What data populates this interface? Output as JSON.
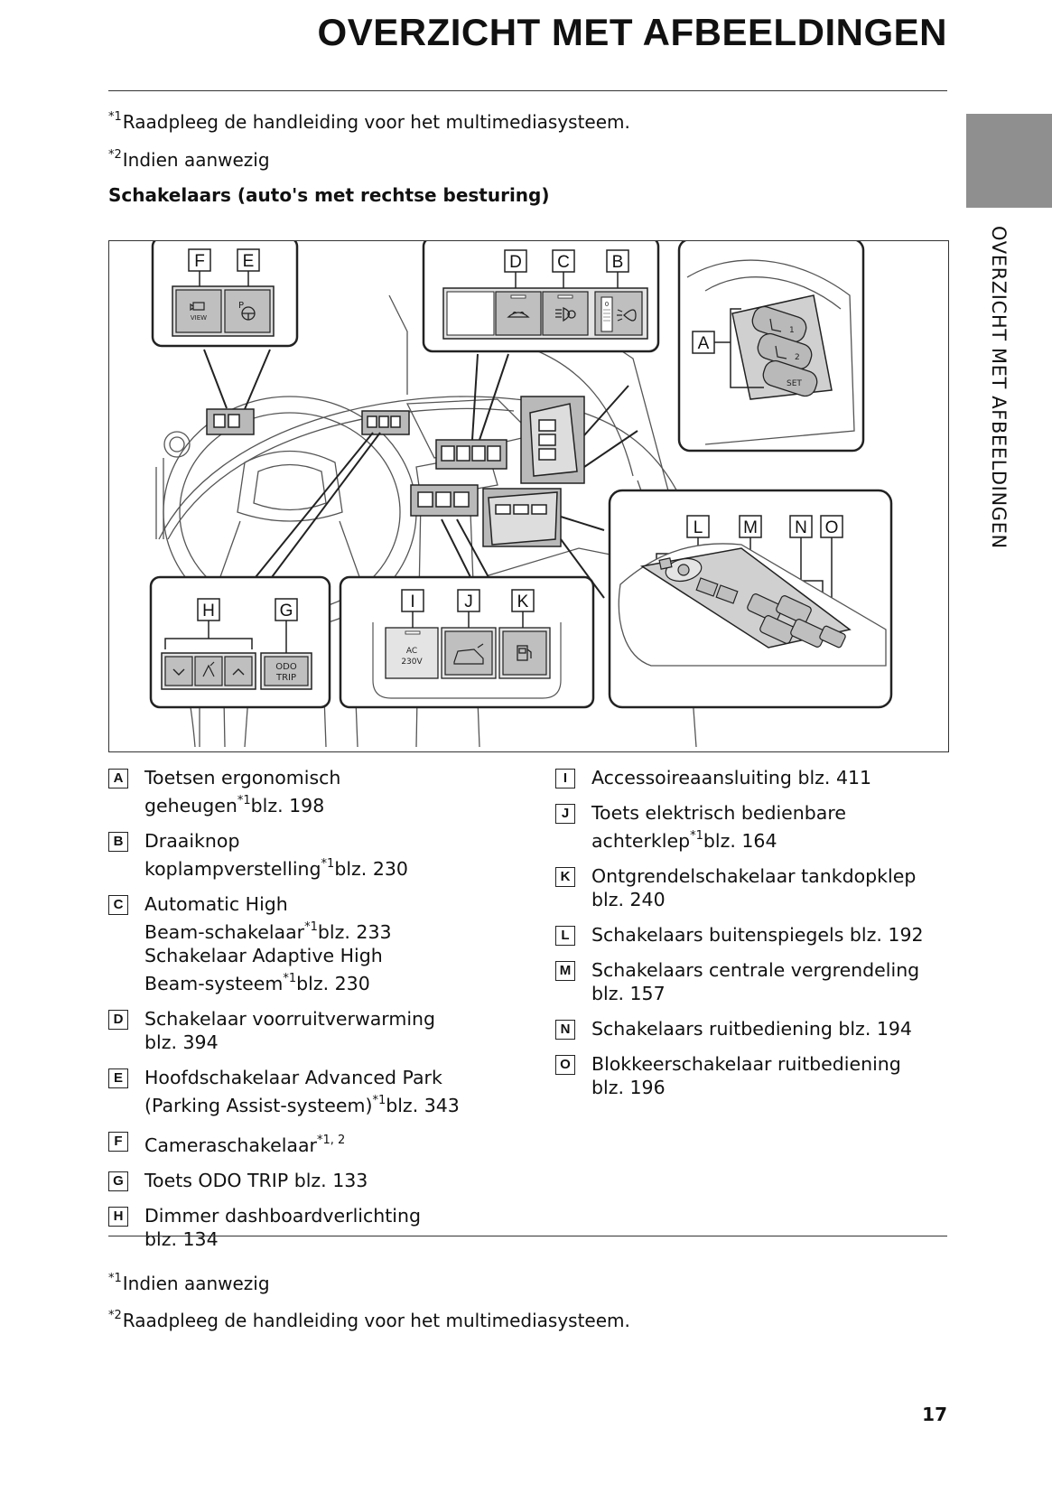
{
  "header": {
    "title": "OVERZICHT MET AFBEELDINGEN"
  },
  "side_tab": {
    "label": "OVERZICHT MET AFBEELDINGEN",
    "color": "#8f8f8f"
  },
  "notes_top": [
    {
      "mark": "*1",
      "text": "Raadpleeg de handleiding voor het multimediasysteem."
    },
    {
      "mark": "*2",
      "text": "Indien aanwezig"
    }
  ],
  "section_heading": "Schakelaars (auto's met rechtse besturing)",
  "figure": {
    "callouts": [
      "F",
      "E",
      "D",
      "C",
      "B",
      "A",
      "H",
      "G",
      "I",
      "J",
      "K",
      "L",
      "M",
      "N",
      "O"
    ],
    "switch_labels": {
      "view": "VIEW",
      "p": "P",
      "ac": "AC",
      "voltage": "230V",
      "odo": "ODO",
      "trip": "TRIP",
      "seat1": "1",
      "seat2": "2",
      "set": "SET",
      "zero": "0"
    }
  },
  "legend_left": [
    {
      "key": "A",
      "lines": [
        "Toetsen ergonomisch",
        "geheugen"
      ],
      "sup": "*1",
      "tail": "blz. 198"
    },
    {
      "key": "B",
      "lines": [
        "Draaiknop",
        "koplampverstelling"
      ],
      "sup": "*1",
      "tail": "blz. 230"
    },
    {
      "key": "C",
      "lines": [
        "Automatic High",
        "Beam-schakelaar"
      ],
      "sup": "*1",
      "tail": "blz. 233",
      "lines2": [
        "Schakelaar Adaptive High",
        "Beam-systeem"
      ],
      "sup2": "*1",
      "tail2": "blz. 230"
    },
    {
      "key": "D",
      "lines": [
        "Schakelaar voorruitverwarming",
        "blz. 394"
      ]
    },
    {
      "key": "E",
      "lines": [
        "Hoofdschakelaar Advanced Park",
        "(Parking Assist-systeem)"
      ],
      "sup": "*1",
      "tail": "blz. 343"
    },
    {
      "key": "F",
      "lines": [
        "Cameraschakelaar"
      ],
      "sup": "*1, 2",
      "tail": ""
    },
    {
      "key": "G",
      "lines": [
        "Toets ODO TRIP blz. 133"
      ]
    },
    {
      "key": "H",
      "lines": [
        "Dimmer dashboardverlichting",
        "blz. 134"
      ]
    }
  ],
  "legend_right": [
    {
      "key": "I",
      "lines": [
        "Accessoireaansluiting blz. 411"
      ]
    },
    {
      "key": "J",
      "lines": [
        "Toets elektrisch bedienbare",
        "achterklep"
      ],
      "sup": "*1",
      "tail": "blz. 164"
    },
    {
      "key": "K",
      "lines": [
        "Ontgrendelschakelaar tankdopklep",
        "blz. 240"
      ]
    },
    {
      "key": "L",
      "lines": [
        "Schakelaars buitenspiegels blz. 192"
      ]
    },
    {
      "key": "M",
      "lines": [
        "Schakelaars centrale vergrendeling",
        "blz. 157"
      ]
    },
    {
      "key": "N",
      "lines": [
        "Schakelaars ruitbediening blz. 194"
      ]
    },
    {
      "key": "O",
      "lines": [
        "Blokkeerschakelaar ruitbediening",
        "blz. 196"
      ]
    }
  ],
  "notes_bottom": [
    {
      "mark": "*1",
      "text": "Indien aanwezig"
    },
    {
      "mark": "*2",
      "text": "Raadpleeg de handleiding voor het multimediasysteem."
    }
  ],
  "page_number": "17"
}
